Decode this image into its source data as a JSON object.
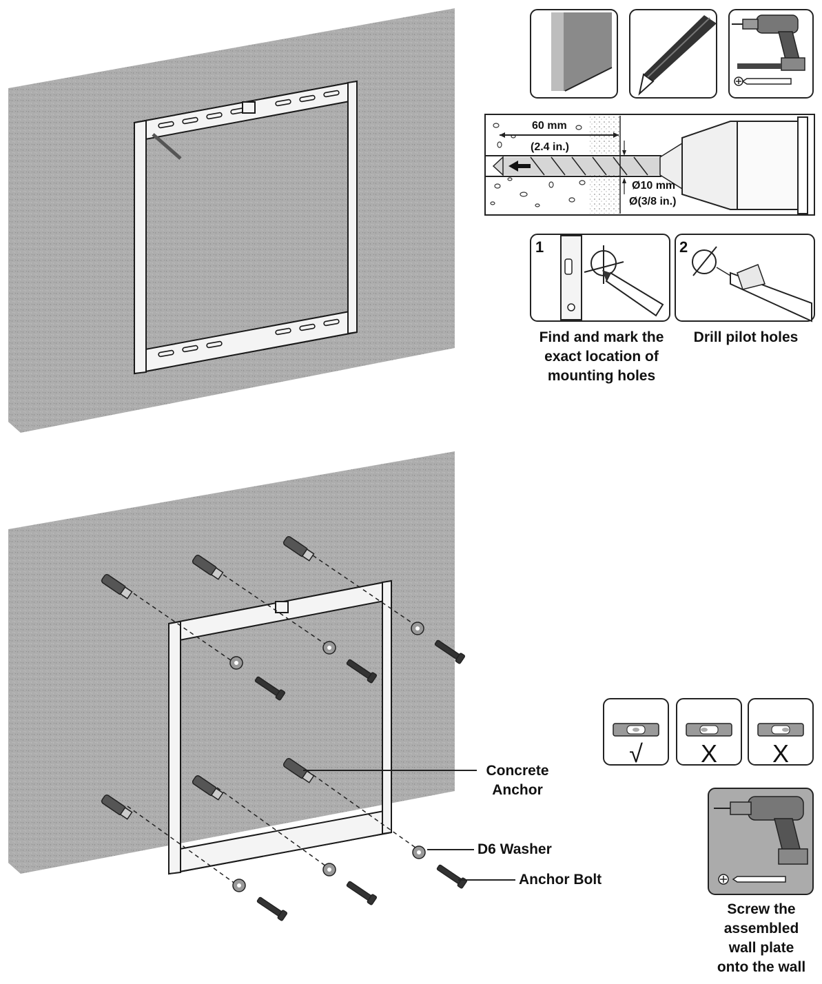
{
  "drill_section": {
    "depth_mm": "60 mm",
    "depth_in": "(2.4 in.)",
    "diameter_mm": "Ø10 mm",
    "diameter_in": "Ø(3/8 in.)"
  },
  "steps": [
    {
      "number": "1",
      "caption": [
        "Find and mark the",
        "exact location of",
        "mounting holes"
      ]
    },
    {
      "number": "2",
      "caption": [
        "Drill pilot holes"
      ]
    }
  ],
  "callouts": {
    "concrete_anchor": [
      "Concrete",
      "Anchor"
    ],
    "washer": "D6 Washer",
    "anchor_bolt": "Anchor Bolt"
  },
  "level_check": {
    "marks": [
      "√",
      "X",
      "X"
    ]
  },
  "final_step": {
    "caption": [
      "Screw the",
      "assembled",
      "wall plate",
      "onto the wall"
    ]
  },
  "colors": {
    "wall": "#a9a9a9",
    "wall_side": "#8c8c8c",
    "line": "#1a1a1a",
    "metal": "#f4f4f4"
  }
}
